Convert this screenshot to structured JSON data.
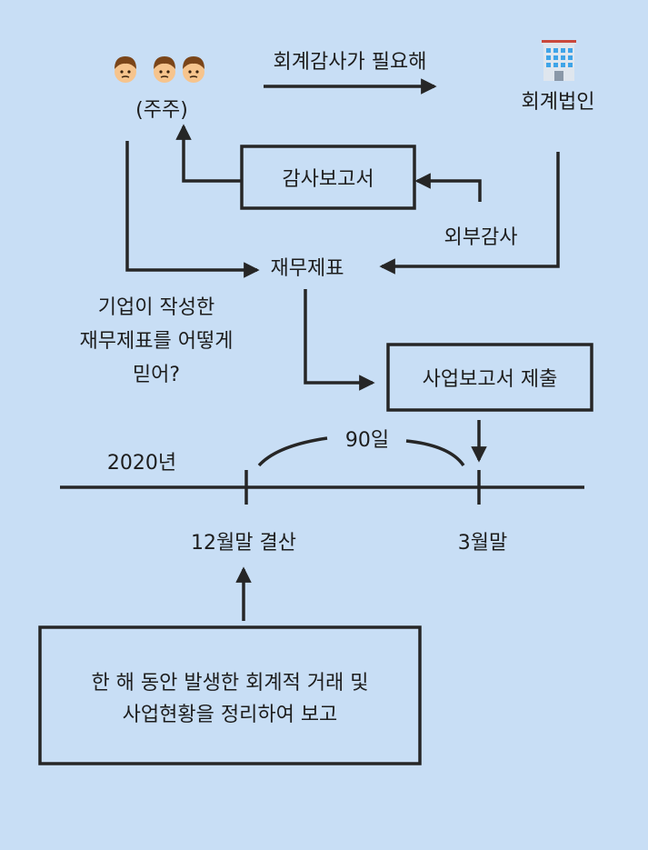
{
  "shareholders": {
    "label": "(주주)"
  },
  "audit_request": {
    "label": "회계감사가 필요해"
  },
  "firm": {
    "label": "회계법인"
  },
  "audit_report": {
    "label": "감사보고서"
  },
  "external_audit": {
    "label": "외부감사"
  },
  "financial_statements": {
    "label": "재무제표"
  },
  "question": {
    "line1": "기업이 작성한",
    "line2": "재무제표를 어떻게",
    "line3": "믿어?"
  },
  "business_report": {
    "label": "사업보고서 제출"
  },
  "timeline": {
    "year": "2020년",
    "gap": "90일",
    "start": "12월말 결산",
    "end": "3월말"
  },
  "settlement_box": {
    "line1": "한 해 동안 발생한 회계적 거래 및",
    "line2": "사업현황을 정리하여 보고"
  },
  "icons": [
    "person-icon",
    "person-icon",
    "person-icon",
    "office-building-icon"
  ]
}
